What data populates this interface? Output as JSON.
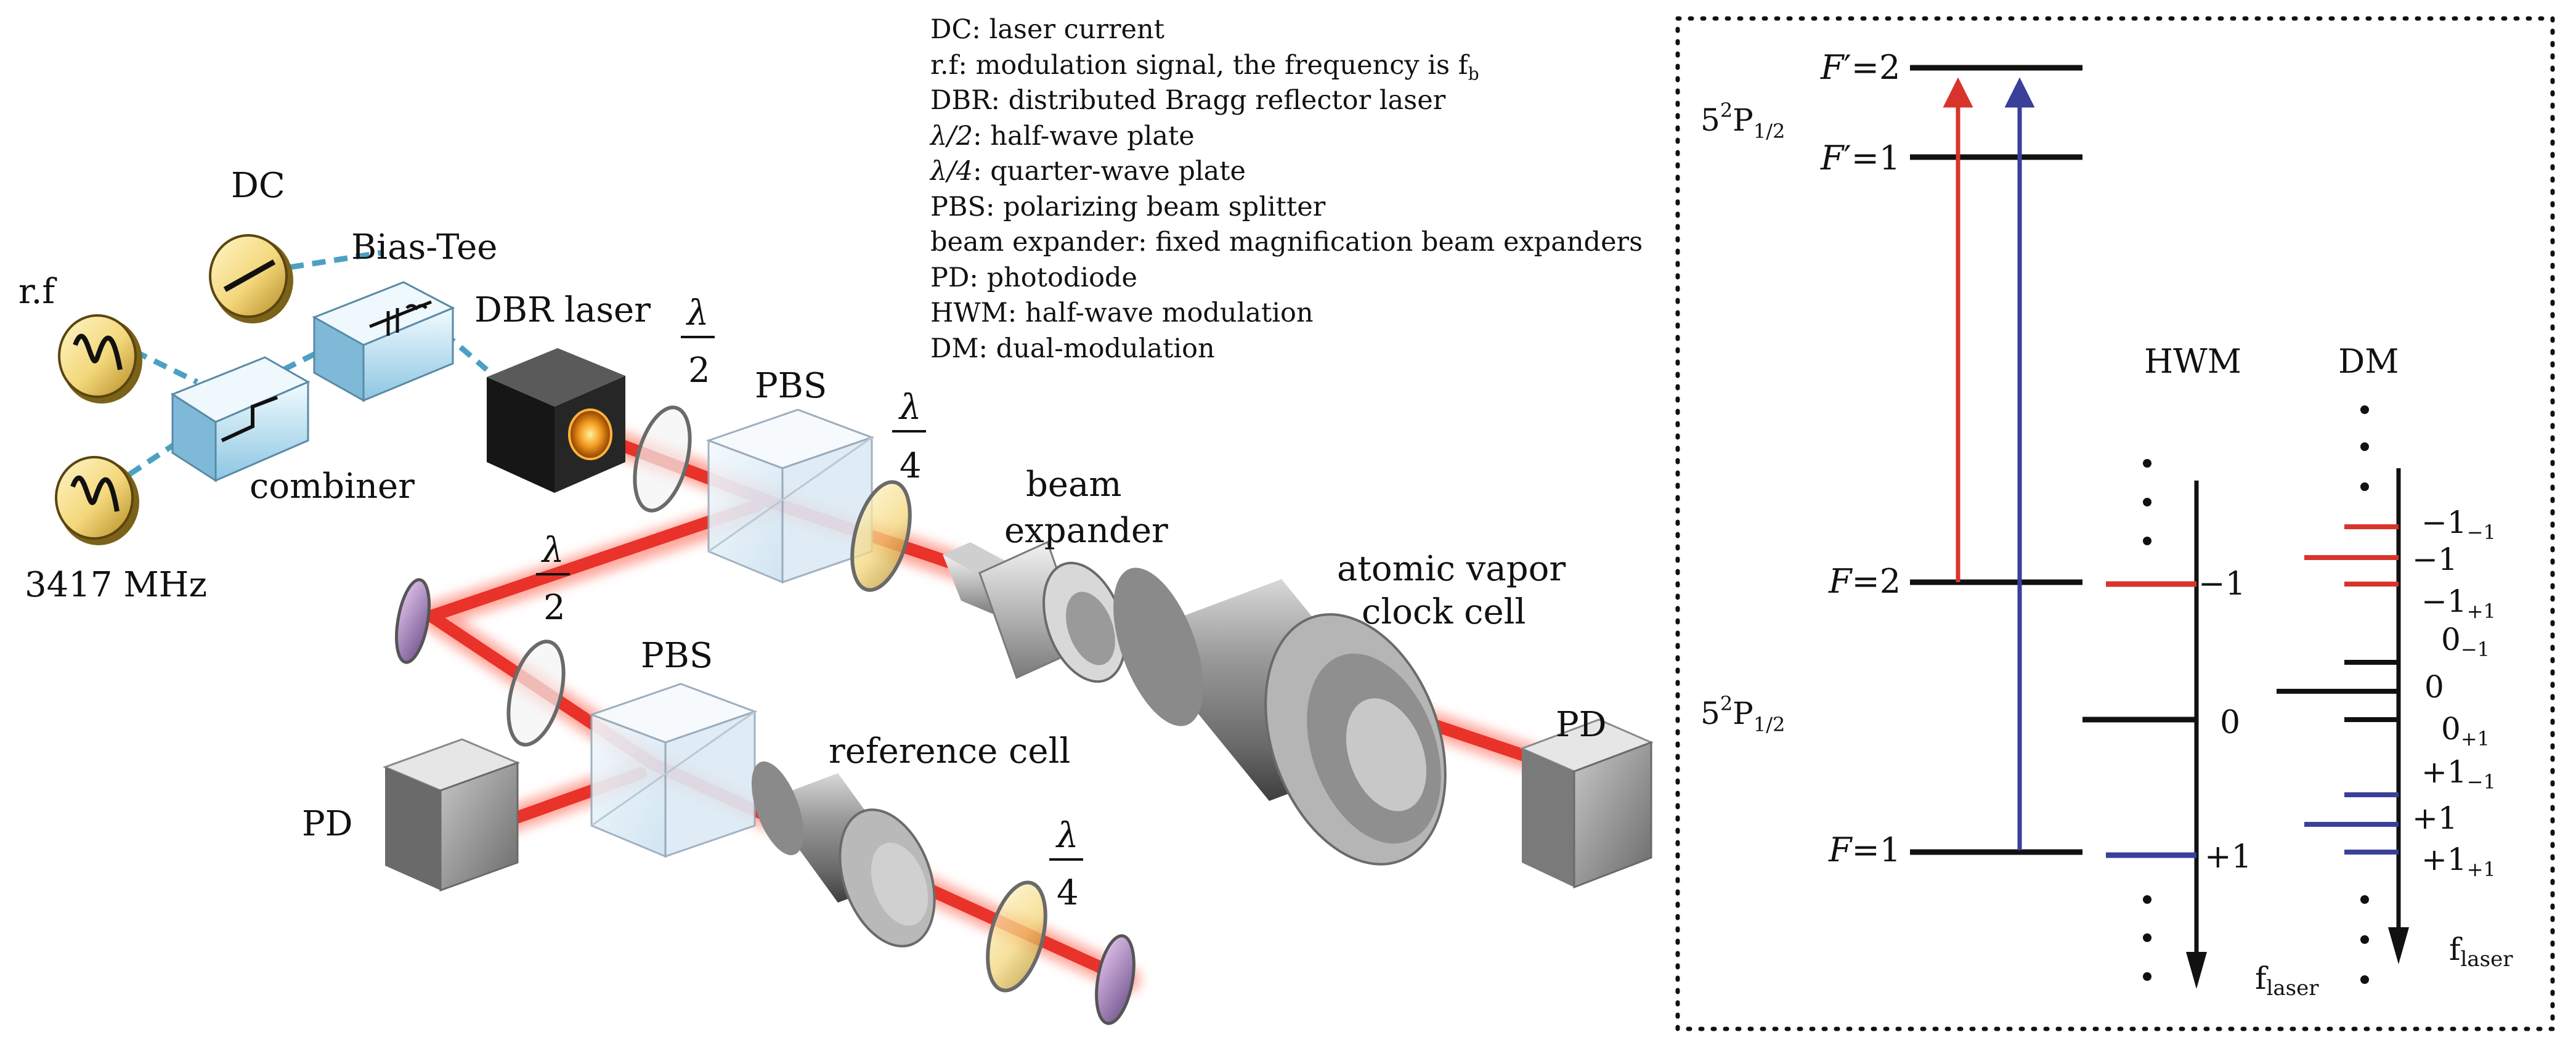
{
  "legend": [
    {
      "abbr": "DC",
      "desc": "laser current"
    },
    {
      "abbr": "r.f",
      "desc": "modulation signal, the frequency is f",
      "sub": "b"
    },
    {
      "abbr": "DBR",
      "desc": "distributed Bragg reflector laser"
    },
    {
      "abbr": "λ/2",
      "desc": "half-wave plate"
    },
    {
      "abbr": "λ/4",
      "desc": "quarter-wave plate"
    },
    {
      "abbr": "PBS",
      "desc": "polarizing beam splitter"
    },
    {
      "abbr": "beam expander",
      "desc": "fixed magnification beam expanders"
    },
    {
      "abbr": "PD",
      "desc": "photodiode"
    },
    {
      "abbr": "HWM",
      "desc": "half-wave modulation"
    },
    {
      "abbr": "DM",
      "desc": "dual-modulation"
    }
  ],
  "setup": {
    "dc": "DC",
    "rf": "r.f",
    "bias_tee": "Bias-Tee",
    "dbr_laser": "DBR laser",
    "combiner": "combiner",
    "freq": "3417 MHz",
    "lambda": "λ",
    "two": "2",
    "four": "4",
    "pbs1": "PBS",
    "pbs2": "PBS",
    "beam_expander_1": "beam",
    "beam_expander_2": "expander",
    "vapor_1": "atomic vapor",
    "vapor_2": "clock cell",
    "pd1": "PD",
    "pd2": "PD",
    "reference_cell": "reference cell"
  },
  "levels": {
    "excited_state": "5",
    "excited_sup": "2",
    "excited_P": "P",
    "excited_sub": "1/2",
    "ground_state": "5",
    "ground_sup": "2",
    "ground_P": "P",
    "ground_sub": "1/2",
    "fp2_F": "F",
    "fp2_rest": "′=2",
    "fp1_F": "F",
    "fp1_rest": "′=1",
    "f2_F": "F",
    "f2_rest": "=2",
    "f1_F": "F",
    "f1_rest": "=1",
    "hwm": "HWM",
    "dm": "DM",
    "hwm_minus1": "−1",
    "hwm_zero": "0",
    "hwm_plus1": "+1",
    "f_laser": "f",
    "f_laser_sub": "laser",
    "dm_m1m1_base": "−1",
    "dm_m1m1_sub": "−1",
    "dm_m1": "−1",
    "dm_m1p1_base": "−1",
    "dm_m1p1_sub": "+1",
    "dm_0m1_base": "0",
    "dm_0m1_sub": "−1",
    "dm_0": "0",
    "dm_0p1_base": "0",
    "dm_0p1_sub": "+1",
    "dm_p1m1_base": "+1",
    "dm_p1m1_sub": "−1",
    "dm_p1": "+1",
    "dm_p1p1_base": "+1",
    "dm_p1p1_sub": "+1"
  },
  "colors": {
    "beam": "#e8322a",
    "red": "#d9342c",
    "blue": "#3a3f9a",
    "black": "#111111"
  }
}
